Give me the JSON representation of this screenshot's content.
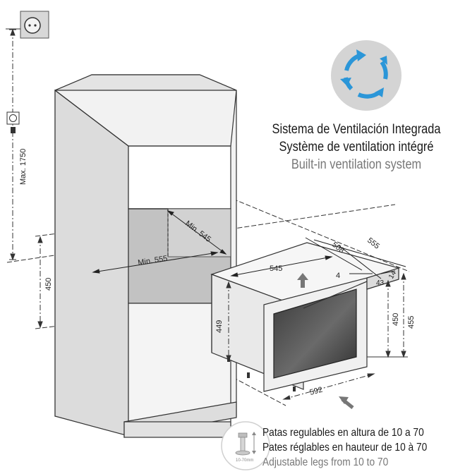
{
  "ventilation": {
    "line_es": "Sistema de Ventilación Integrada",
    "line_fr": "Système de ventilation intégré",
    "line_en": "Built-in ventilation system"
  },
  "legs": {
    "line_es": "Patas regulables en altura de 10 a 70",
    "line_fr": "Pates réglables en hauteur de 10 à 70",
    "line_en": "Adjustable legs from 10 to 70",
    "range_label": "10-70mm"
  },
  "dimensions": {
    "max_height": "Max. 1750",
    "niche_height": "450",
    "niche_width": "Min. 555",
    "niche_depth": "Min. 545",
    "body_depth": "545",
    "total_depth_508": "508",
    "total_depth_555": "555",
    "gap_4": "4",
    "gap_43": "43",
    "gap_14": "14",
    "side_height": "449",
    "front_height_450": "450",
    "front_height_455": "455",
    "front_width": "592"
  },
  "colors": {
    "line": "#333333",
    "cabinet_fill": "#eeeeee",
    "niche_fill": "#c8c8c8",
    "arrow_blue": "#2b96d8",
    "circle_grey": "#d4d4d4",
    "door_glass": "#3e3e3e"
  }
}
